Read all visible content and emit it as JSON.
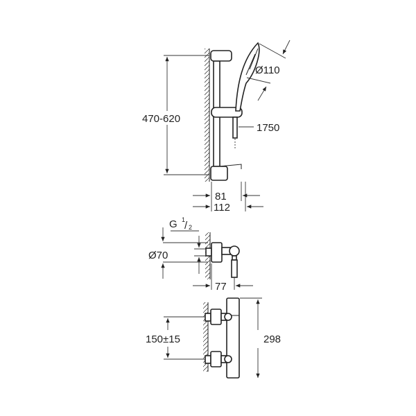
{
  "title": "Shower system dimension drawing",
  "dimensions": {
    "rail_height": "470-620",
    "head_diameter": "Ø110",
    "hose_length": "1750",
    "rail_depth_81": "81",
    "rail_depth_112": "112",
    "thread": "G",
    "thread_num": "1",
    "thread_den": "2",
    "escutcheon_diameter": "Ø70",
    "mixer_depth": "77",
    "center_distance": "150±15",
    "mixer_height": "298"
  }
}
